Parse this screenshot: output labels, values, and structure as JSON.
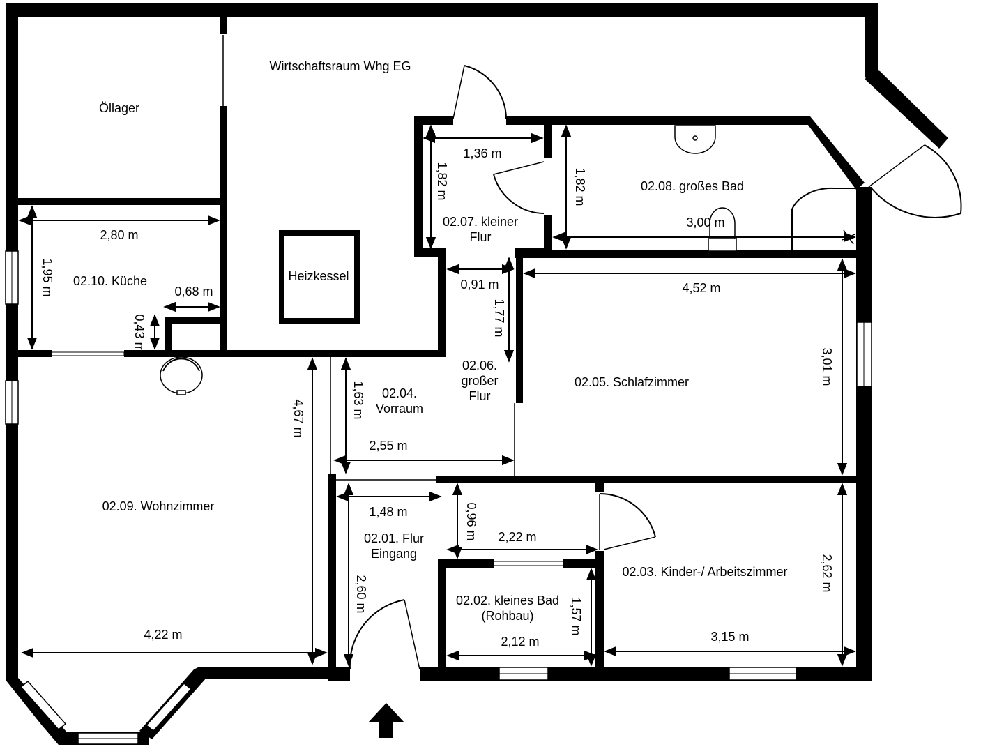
{
  "rooms": {
    "oellager": "Öllager",
    "wirtschaftsraum": "Wirtschaftsraum Whg EG",
    "heizkessel": "Heizkessel",
    "kueche": "02.10. Küche",
    "wohnzimmer": "02.09. Wohnzimmer",
    "flur_eingang_1": "02.01. Flur",
    "flur_eingang_2": "Eingang",
    "kleines_bad_1": "02.02. kleines Bad",
    "kleines_bad_2": "(Rohbau)",
    "kinderzimmer": "02.03. Kinder-/ Arbeitszimmer",
    "vorraum_1": "02.04.",
    "vorraum_2": "Vorraum",
    "schlafzimmer": "02.05. Schlafzimmer",
    "grosser_flur_1": "02.06.",
    "grosser_flur_2": "großer",
    "grosser_flur_3": "Flur",
    "kleiner_flur_1": "02.07. kleiner",
    "kleiner_flur_2": "Flur",
    "grosses_bad": "02.08. großes Bad"
  },
  "dimensions": {
    "kueche_width": "2,80 m",
    "kueche_depth": "1,95 m",
    "kueche_nook_width": "0,68 m",
    "kueche_nook_depth": "0,43 m",
    "wohn_width": "4,22 m",
    "wohn_depth": "4,67 m",
    "vorraum_depth": "1,63 m",
    "vorraum_width": "2,55 m",
    "grflur_width": "0,91 m",
    "grflur_depth": "1,77 m",
    "klflur_width": "1,36 m",
    "klflur_depth": "1,82 m",
    "bad_depth": "1,82 m",
    "bad_width": "3,00 m",
    "schlaf_width": "4,52 m",
    "schlaf_depth": "3,01 m",
    "flur_width": "1,48 m",
    "flur_depth": "2,60 m",
    "flur_passage": "0,96 m",
    "klbad_top": "2,22 m",
    "klbad_width": "2,12 m",
    "klbad_depth": "1,57 m",
    "kinder_width": "3,15 m",
    "kinder_depth": "2,62 m"
  },
  "icons": {
    "entrance": "entrance-arrow-icon",
    "door": "door-swing-icon",
    "sink": "sink-icon",
    "toilet": "toilet-icon",
    "shower": "shower-icon",
    "table": "round-table-icon"
  }
}
